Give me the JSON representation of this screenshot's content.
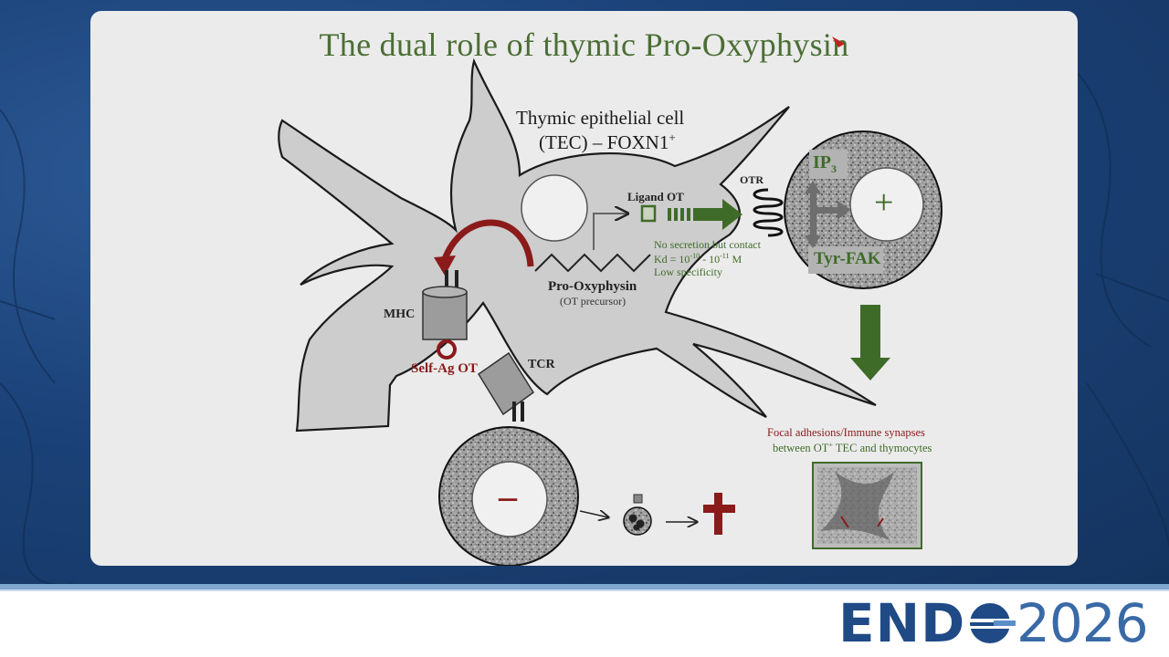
{
  "slide": {
    "title": "The dual role of thymic Pro-Oxyphysin",
    "cell_label_line1": "Thymic epithelial cell",
    "cell_label_line2": "(TEC) – FOXN1",
    "cell_label_sup": "+",
    "ligand_label": "Ligand OT",
    "otr_label": "OTR",
    "ip3_label": "IP",
    "ip3_sub": "3",
    "plus_sign": "+",
    "tyr_fak_label": "Tyr-FAK",
    "note_line1": "No secretion but contact",
    "note_line2_prefix": "Kd = 10",
    "note_line2_sup1": "-10",
    "note_line2_mid": " - 10",
    "note_line2_sup2": "-11",
    "note_line2_suffix": " M",
    "note_line3": "Low specificity",
    "prooxy_label": "Pro-Oxyphysin",
    "prooxy_sub": "(OT precursor)",
    "mhc_label": "MHC",
    "selfag_label": "Self-Ag OT",
    "tcr_label": "TCR",
    "minus_sign": "–",
    "focal_line1": "Focal adhesions/Immune synapses",
    "focal_line2_prefix": "between OT",
    "focal_line2_sup": "+",
    "focal_line2_suffix": " TEC and thymocytes"
  },
  "logo": {
    "brand": "END",
    "year": "2026"
  },
  "colors": {
    "title_green": "#4b6e35",
    "arrow_green": "#3f6b28",
    "dark_red": "#8b1a1a",
    "panel_bg": "#ebebeb",
    "brand_blue": "#1f4a85"
  },
  "icons": {
    "death": "cross-icon"
  }
}
